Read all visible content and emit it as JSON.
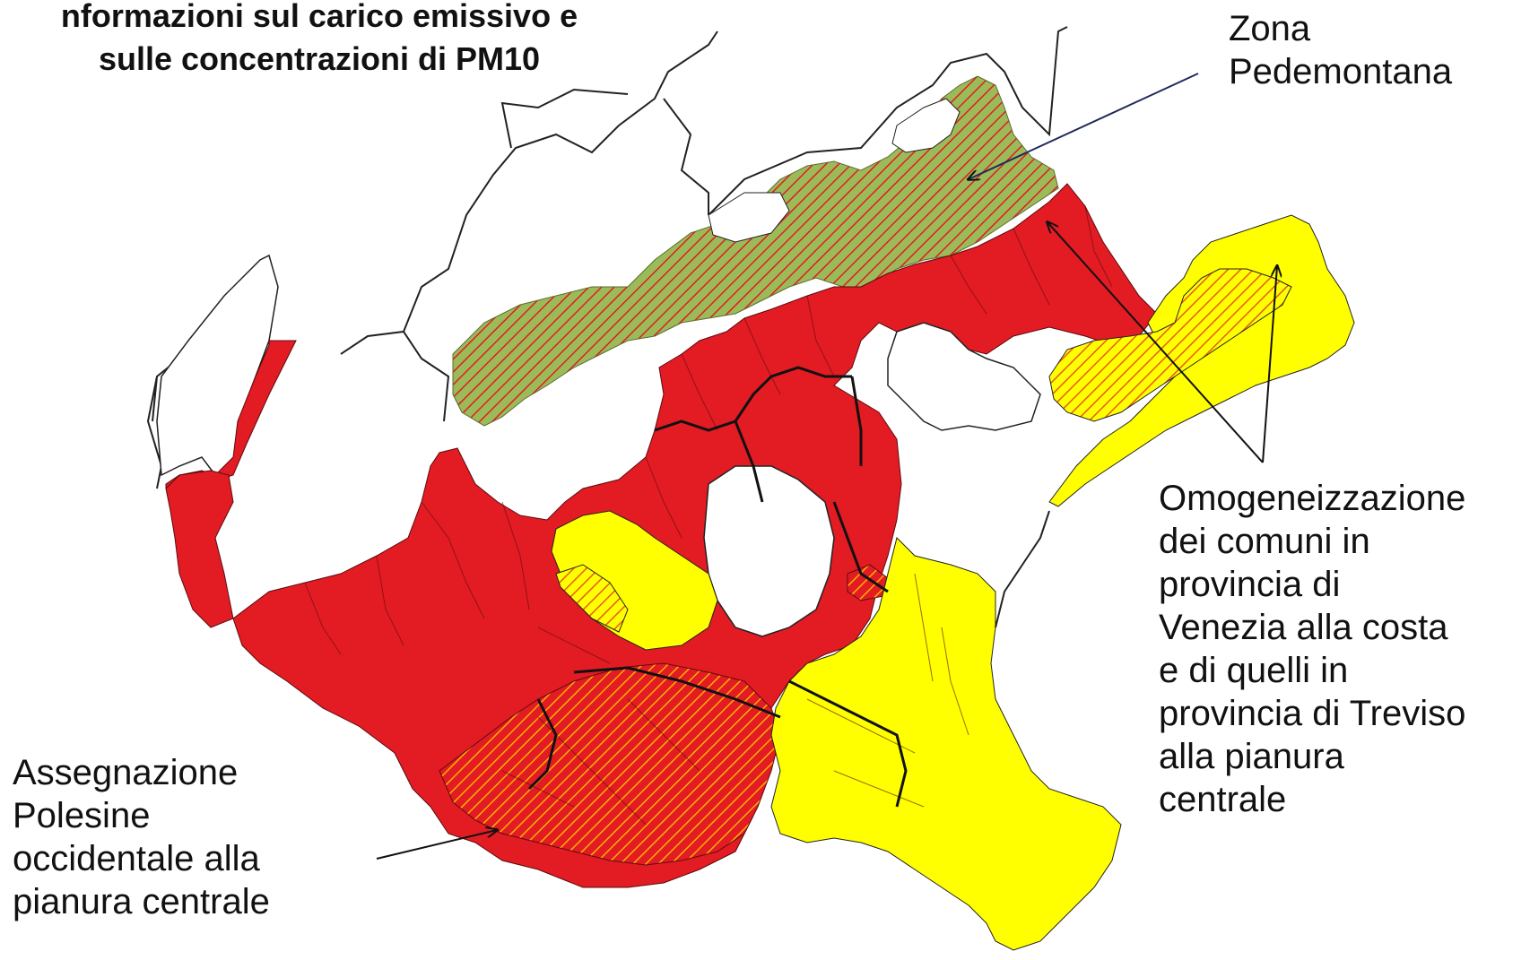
{
  "title": {
    "line1": "nformazioni sul carico emissivo e",
    "line2": "sulle concentrazioni di PM10"
  },
  "annotations": {
    "pedemontana": [
      "Zona",
      "Pedemontana"
    ],
    "omogeneizzazione": [
      "Omogeneizzazione",
      "dei comuni in",
      "provincia di",
      "Venezia alla costa",
      "e di quelli in",
      "provincia di Treviso",
      "alla pianura",
      "centrale"
    ],
    "polesine": [
      "Assegnazione",
      "Polesine",
      "occidentale alla",
      "pianura centrale"
    ]
  },
  "colors": {
    "pianura_centrale": "#e31b23",
    "costa": "#ffff00",
    "pedemontana": "#9bbb59",
    "hatch_on_green": "#e31b23",
    "hatch_on_red": "#ffd700",
    "hatch_on_yellow": "#e31b23",
    "outline": "#222222"
  }
}
